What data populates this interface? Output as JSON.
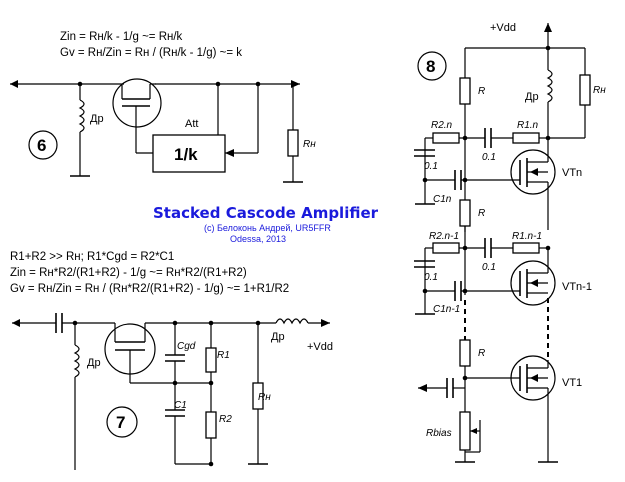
{
  "title": "Stacked Cascode Amplifier",
  "credit_line1": "(c) Белоконь Андрей, UR5FFR",
  "credit_line2": "Odessa, 2013",
  "fig6": {
    "number": "6",
    "eq1": "Zin = Rн/k - 1/g ~= Rн/k",
    "eq2": "Gv = Rн/Zin = Rн / (Rн/k - 1/g) ~= k",
    "att_label": "Att",
    "att_box": "1/k",
    "choke": "Др",
    "load": "Rн"
  },
  "fig7": {
    "number": "7",
    "eq1": "R1+R2 >> Rн;  R1*Cgd = R2*C1",
    "eq2": "Zin = Rн*R2/(R1+R2) - 1/g ~= Rн*R2/(R1+R2)",
    "eq3": "Gv = Rн/Zin = Rн / (Rн*R2/(R1+R2) - 1/g) ~= 1+R1/R2",
    "choke_in": "Др",
    "choke_out": "Др",
    "vdd": "+Vdd",
    "cgd": "Cgd",
    "c1": "C1",
    "r1": "R1",
    "r2": "R2",
    "load": "Rн"
  },
  "fig8": {
    "number": "8",
    "vdd": "+Vdd",
    "choke": "Др",
    "load": "Rн",
    "r_top": "R",
    "r2n": "R2.n",
    "r1n": "R1.n",
    "c01a": "0.1",
    "c01b": "0.1",
    "c1n": "C1n",
    "vtn": "VTn",
    "r_mid": "R",
    "r2n1": "R2.n-1",
    "r1n1": "R1.n-1",
    "c01c": "0.1",
    "c01d": "0.1",
    "c1n1": "C1n-1",
    "vtn1": "VTn-1",
    "r_low": "R",
    "vt1": "VT1",
    "rbias": "Rbias"
  }
}
